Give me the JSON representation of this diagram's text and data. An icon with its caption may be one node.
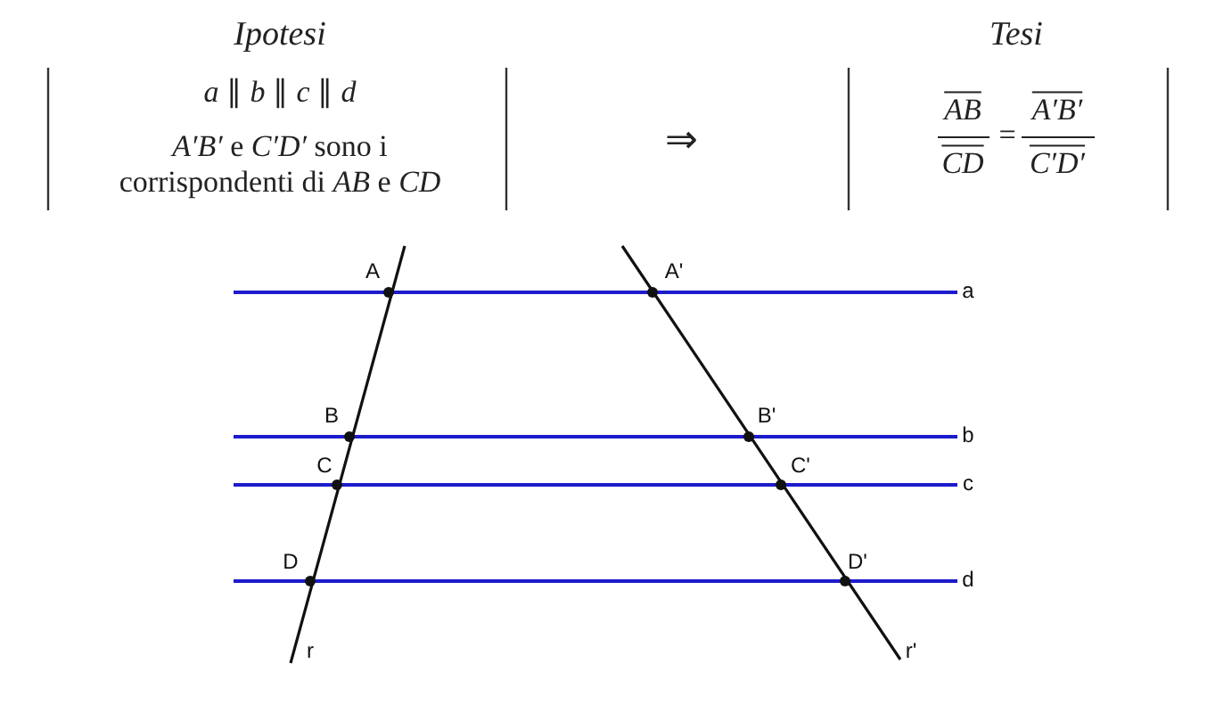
{
  "diagram": {
    "labels": [
      "Ipotesi",
      "Tesi",
      "*a* ∥ *b* ∥ *c* ∥ *d*",
      "*A′B′* e *C′D′* sono i corrispondenti di *AB* e *CD*",
      "⇒",
      "AB",
      "=",
      "A′B′",
      "CD",
      "C′D′",
      "A",
      "A'",
      "a",
      "B",
      "B'",
      "b",
      "C",
      "C'",
      "c",
      "D",
      "D'",
      "d",
      "r",
      "r'"
    ]
  }
}
